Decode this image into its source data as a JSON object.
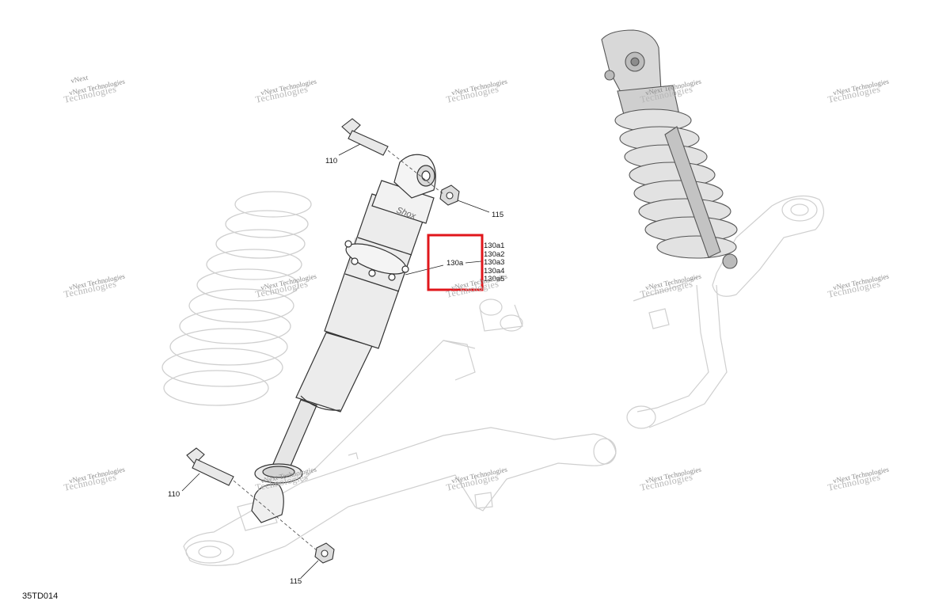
{
  "watermark": {
    "line1": "vNext Technologies",
    "line2": "Technologies",
    "line_prefix": "vNext"
  },
  "callouts": {
    "bolt_top": "110",
    "nut_top": "115",
    "bolt_bottom": "110",
    "nut_bottom": "115",
    "spring_adjuster": "130a",
    "sub1": "130a1",
    "sub2": "130a2",
    "sub3": "130a3",
    "sub4": "130a4",
    "sub5": "130a5"
  },
  "drawing_ref": "35TD014",
  "colors": {
    "highlight": "#e0161b",
    "body_fill": "#ececec",
    "line": "#333333",
    "ghost": "#c9c9c9"
  }
}
